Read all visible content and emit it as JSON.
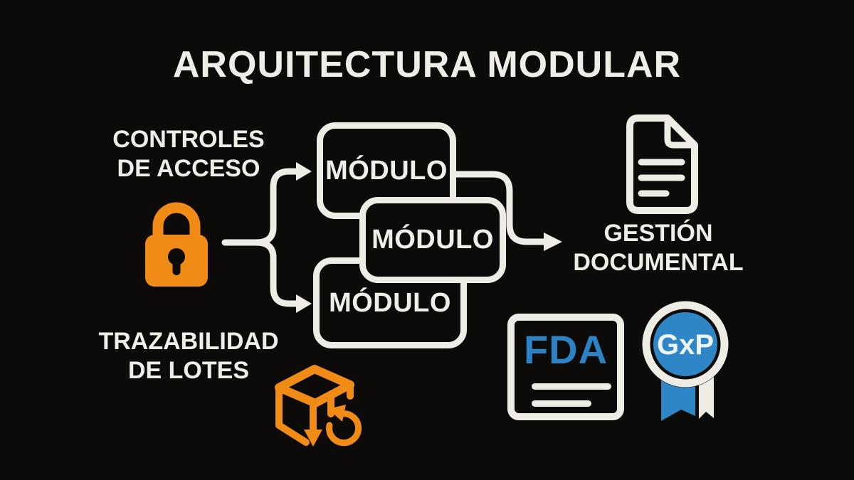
{
  "title": "ARQUITECTURA MODULAR",
  "left_panel": {
    "access_controls_label": "CONTROLES\nDE ACCESO",
    "batch_traceability_label": "TRAZABILIDAD\nDE LOTES"
  },
  "modules": [
    {
      "label": "MÓDULO"
    },
    {
      "label": "MÓDULO"
    },
    {
      "label": "MÓDULO"
    }
  ],
  "right_panel": {
    "document_management_label": "GESTIÓN\nDOCUMENTAL"
  },
  "badges": {
    "fda_label": "FDA",
    "gxp_label": "GxP"
  },
  "icons": [
    "padlock-icon",
    "document-icon",
    "package-sync-icon",
    "fda-certificate-icon",
    "gxp-ribbon-badge-icon"
  ],
  "colors": {
    "background": "#0c0b0a",
    "cream": "#f0ede7",
    "orange": "#f08c16",
    "blue": "#2e86c6",
    "fda_blue": "#2b82c4"
  }
}
